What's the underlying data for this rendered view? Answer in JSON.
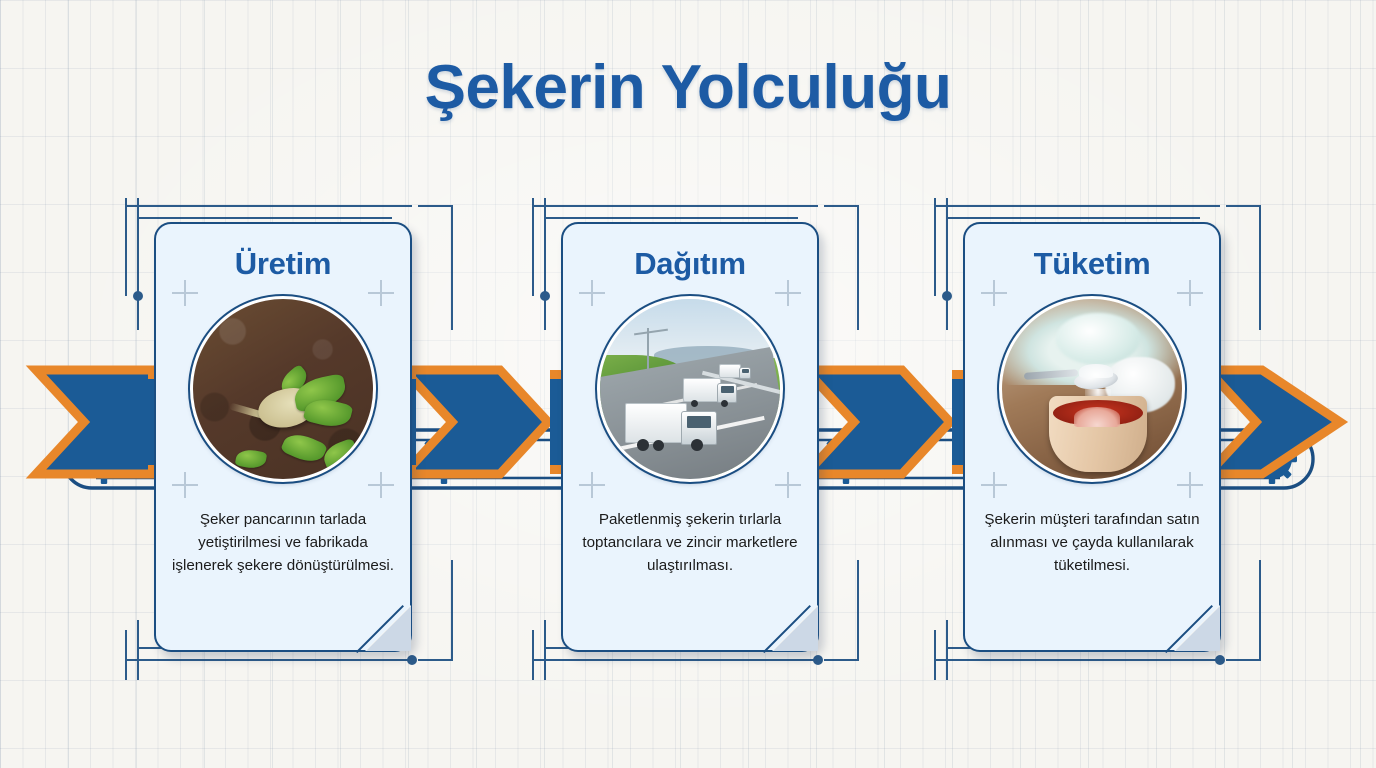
{
  "page": {
    "title": "Şekerin Yolculuğu",
    "background_color": "#f6f5f1",
    "accent_blue": "#1d5ba4",
    "accent_orange": "#e8872a",
    "card_fill": "#eaf4fd",
    "border_blue": "#1b4e82"
  },
  "cards": [
    {
      "title": "Üretim",
      "text": "Şeker pancarının tarlada yetiştirilmesi ve fabrikada işlenerek şekere dönüştürülmesi.",
      "photo_name": "sugar-beet-in-soil-photo"
    },
    {
      "title": "Dağıtım",
      "text": "Paketlenmiş şekerin tırlarla toptancılara ve zincir marketlere ulaştırılması.",
      "photo_name": "trucks-on-highway-photo"
    },
    {
      "title": "Tüketim",
      "text": "Şekerin müşteri tarafından satın alınması ve çayda kullanılarak tüketilmesi.",
      "photo_name": "sugar-poured-into-tea-photo"
    }
  ],
  "flow": {
    "arrow_count": 4,
    "gear_count": 4,
    "direction": "left-to-right",
    "arrow_fill": "#1b5b96",
    "arrow_outline": "#e8872a",
    "gear_body": "#1b5b96",
    "gear_hub": "#e8872a"
  }
}
